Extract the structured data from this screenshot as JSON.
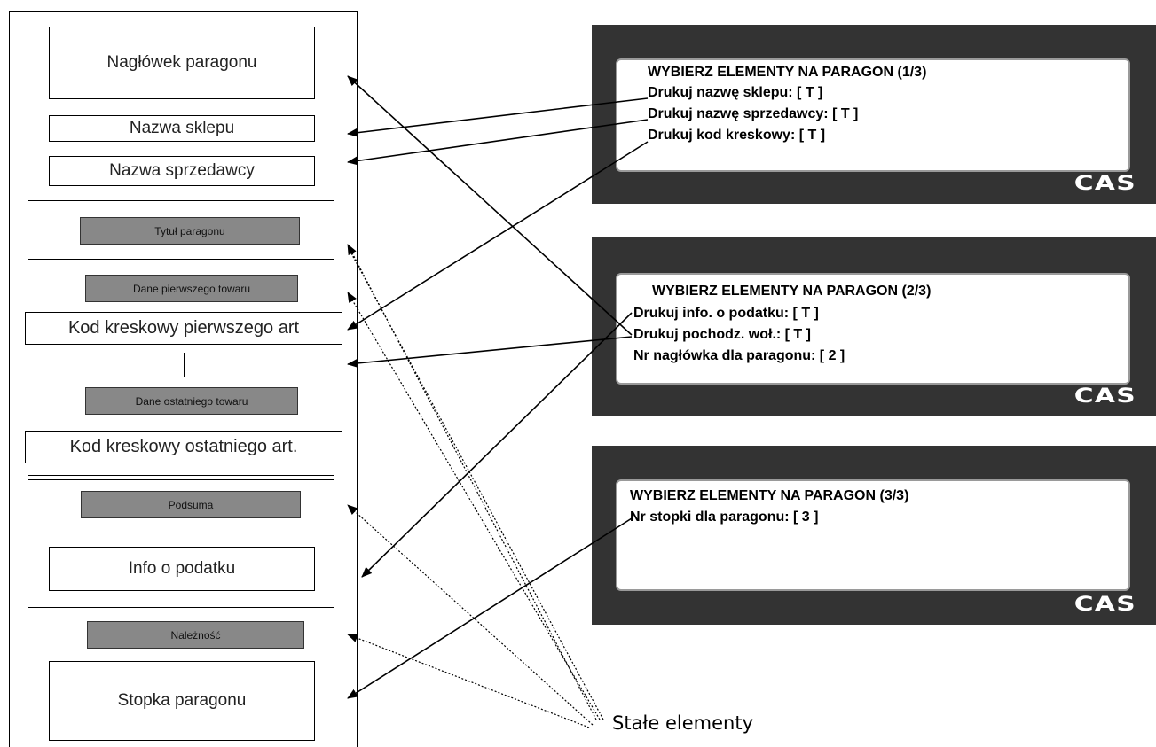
{
  "receipt": {
    "header": "Nagłówek paragonu",
    "shop_name": "Nazwa sklepu",
    "seller_name": "Nazwa sprzedawcy",
    "receipt_title": "Tytuł paragonu",
    "first_item_data": "Dane pierwszego towaru",
    "first_item_barcode": "Kod kreskowy pierwszego art",
    "last_item_data": "Dane ostatniego towaru",
    "last_item_barcode": "Kod kreskowy ostatniego art.",
    "subtotal": "Podsuma",
    "tax_info": "Info o podatku",
    "amount_due": "Należność",
    "footer": "Stopka paragonu"
  },
  "screens": [
    {
      "title": "WYBIERZ ELEMENTY NA PARAGON  (1/3)",
      "lines": [
        "Drukuj nazwę sklepu: [ T ]",
        "Drukuj nazwę sprzedawcy: [ T ]",
        "Drukuj kod kreskowy: [ T ]"
      ],
      "logo": "CAS"
    },
    {
      "title": "WYBIERZ ELEMENTY NA PARAGON (2/3)",
      "lines": [
        "Drukuj info. o podatku: [ T ]",
        "Drukuj pochodz. woł.: [ T ]",
        "Nr nagłówka dla paragonu: [ 2 ]"
      ],
      "logo": "CAS"
    },
    {
      "title": "WYBIERZ ELEMENTY NA PARAGON  (3/3)",
      "lines": [
        "Nr stopki dla paragonu: [ 3 ]"
      ],
      "logo": "CAS"
    }
  ],
  "caption": "Stałe elementy",
  "colors": {
    "lcd_panel": "#333333",
    "fixed_element": "#888888"
  }
}
